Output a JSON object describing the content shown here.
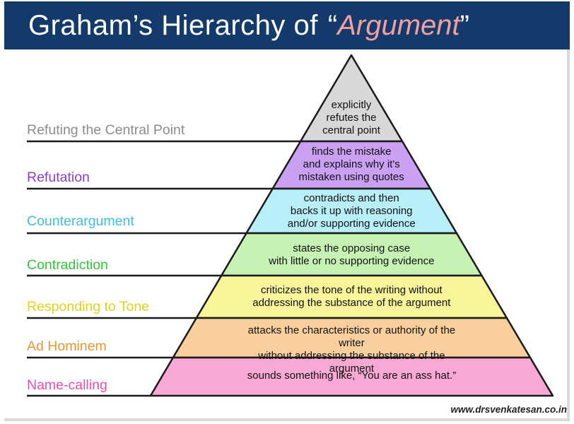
{
  "title": {
    "main": "Graham’s  Hierarchy of",
    "open_quote": "“",
    "emphasis": "Argument",
    "close_quote": "”"
  },
  "levels": [
    {
      "name": "Refuting the Central Point",
      "description": "explicitly\nrefutes the\ncentral point",
      "color": "#d8d8d8",
      "label_color": "#8c8c8c"
    },
    {
      "name": "Refutation",
      "description": "finds the mistake\nand explains why it's\nmistaken using quotes",
      "color": "#c9a0f2",
      "label_color": "#8b3fc9"
    },
    {
      "name": "Counterargument",
      "description": "contradicts and then\nbacks it up with reasoning\nand/or supporting evidence",
      "color": "#b8eef8",
      "label_color": "#3fc0d9"
    },
    {
      "name": "Contradiction",
      "description": "states the opposing case\nwith little or no supporting evidence",
      "color": "#c6f2b3",
      "label_color": "#35c43a"
    },
    {
      "name": "Responding to Tone",
      "description": "criticizes the tone of the writing without\naddressing the substance of the argument",
      "color": "#f8f49a",
      "label_color": "#e2d21e"
    },
    {
      "name": "Ad Hominem",
      "description": "attacks the characteristics or authority of the writer\nwithout addressing the substance of the argument",
      "color": "#f9cf9e",
      "label_color": "#ef9435"
    },
    {
      "name": "Name-calling",
      "description": "sounds something like, “You are an ass hat.”",
      "color": "#f7a8d3",
      "label_color": "#e64fb0"
    }
  ],
  "footer": {
    "website": "www.drsvenkatesan.co.in"
  }
}
